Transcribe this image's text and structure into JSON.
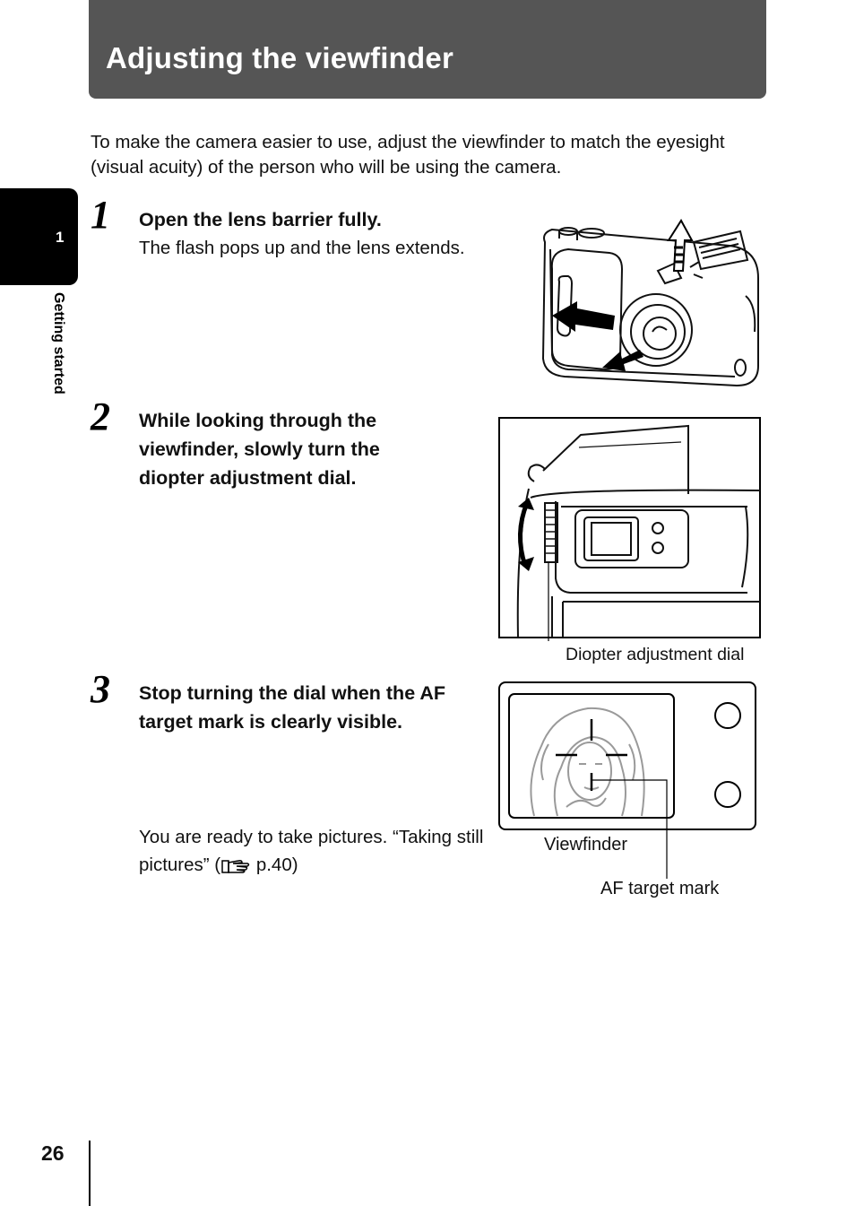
{
  "header": {
    "title": "Adjusting the viewfinder"
  },
  "side_tab": {
    "chapter_number": "1",
    "chapter_label": "Getting started"
  },
  "intro": "To make the camera easier to use, adjust the viewfinder to match the eyesight (visual acuity) of the person who will be using the camera.",
  "steps": [
    {
      "number": "1",
      "heading": "Open the lens barrier fully.",
      "text": "The flash pops up and the lens extends."
    },
    {
      "number": "2",
      "heading": "While looking through the viewfinder, slowly turn the diopter adjustment dial."
    },
    {
      "number": "3",
      "heading": "Stop turning the dial when the AF target mark is clearly visible."
    }
  ],
  "callouts": {
    "diopter_dial": "Diopter adjustment dial",
    "viewfinder": "Viewfinder",
    "af_target_mark": "AF target mark"
  },
  "ready": {
    "text_before": "You are ready to take pictures. “Taking still pictures” (",
    "text_after": " p.40)"
  },
  "footer": {
    "page_number": "26"
  },
  "icons": [
    "reference-pointer-icon"
  ],
  "colors": {
    "header_bg": "#555555",
    "tab_bg": "#000000"
  }
}
